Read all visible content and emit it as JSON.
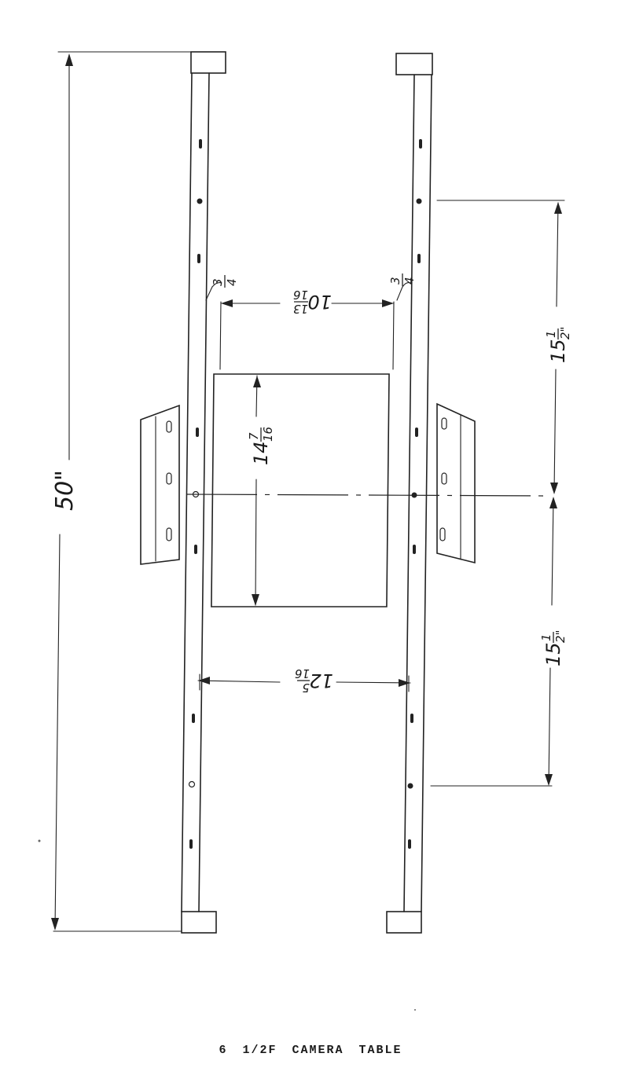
{
  "title": "6 1/2F CAMERA TABLE",
  "dimensions": {
    "overall_length": "50\"",
    "rail_width_left": {
      "num": "3",
      "den": "4"
    },
    "rail_width_right": {
      "num": "3",
      "den": "4"
    },
    "inner_gap_top": {
      "whole": "10",
      "num": "13",
      "den": "16"
    },
    "plate_length": {
      "whole": "14",
      "num": "7",
      "den": "16"
    },
    "inner_gap_bottom": {
      "whole": "12",
      "num": "5",
      "den": "16"
    },
    "upper_half": {
      "whole": "15",
      "num": "1",
      "den": "2\""
    },
    "lower_half": {
      "whole": "15",
      "num": "1",
      "den": "2\""
    }
  }
}
